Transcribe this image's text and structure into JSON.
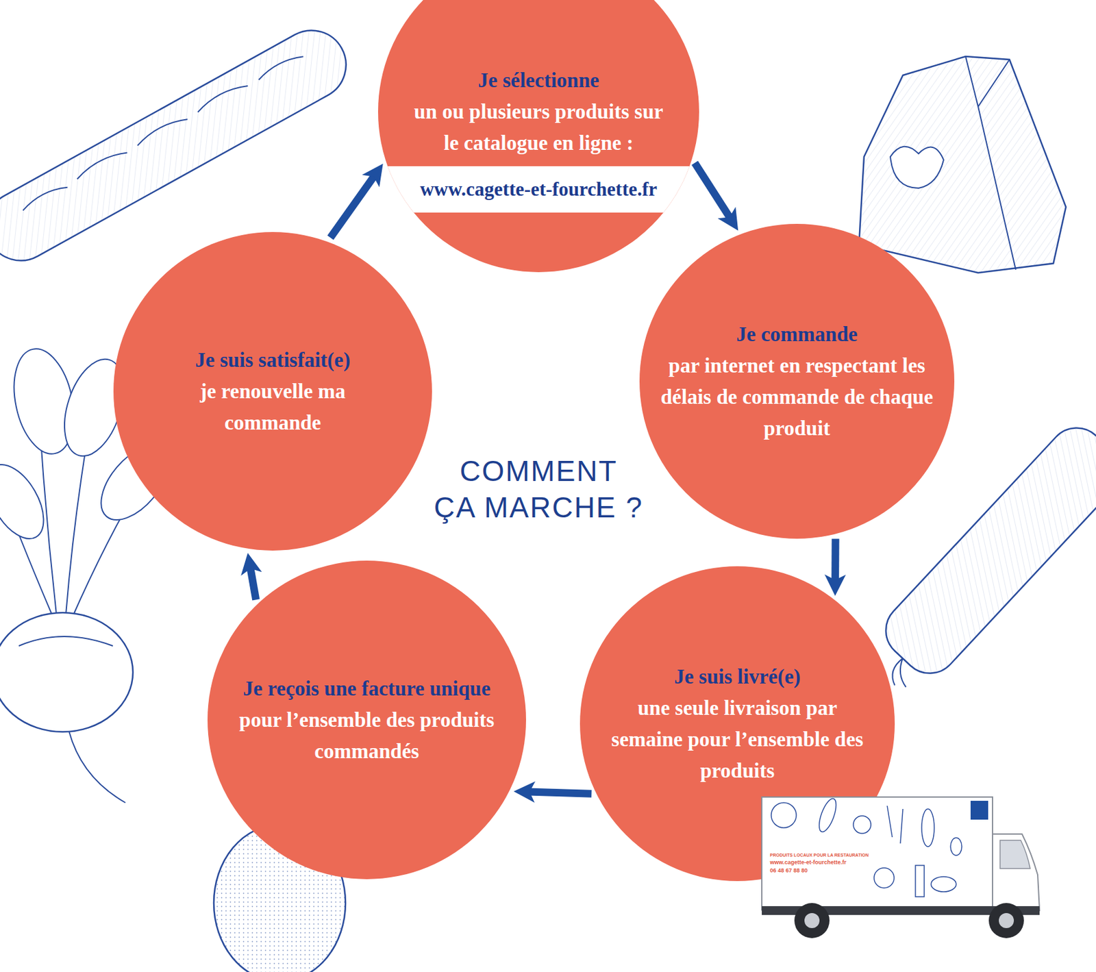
{
  "diagram": {
    "title": "COMMENT ÇA MARCHE ?",
    "nodes": [
      {
        "text": [
          "Je sélectionne",
          "un ou plusieurs produits sur le catalogue en ligne :",
          "www.cagette-et-fourchette.fr"
        ]
      },
      {
        "text": [
          "Je commande",
          "par internet en respectant les délais de commande de chaque produit"
        ]
      },
      {
        "text": [
          "Je suis livré(e)",
          "une seule livraison par semaine pour l’ensemble des produits"
        ]
      },
      {
        "text": [
          "Je reçois une facture unique",
          "pour l’ensemble des produits commandés"
        ]
      },
      {
        "text": [
          "Je suis satisfait(e)",
          "je renouvelle ma commande"
        ]
      }
    ],
    "edges": [
      {
        "from": 0,
        "to": 1,
        "arrow": "to"
      },
      {
        "from": 1,
        "to": 2,
        "arrow": "to"
      },
      {
        "from": 2,
        "to": 3,
        "arrow": "to"
      },
      {
        "from": 3,
        "to": 4,
        "arrow": "to"
      },
      {
        "from": 4,
        "to": 0,
        "arrow": "to"
      }
    ],
    "labels": [
      "PRODUITS LOCAUX POUR LA RESTAURATION",
      "www.cagette-et-fourchette.fr",
      "06 48 67 88 80"
    ]
  }
}
